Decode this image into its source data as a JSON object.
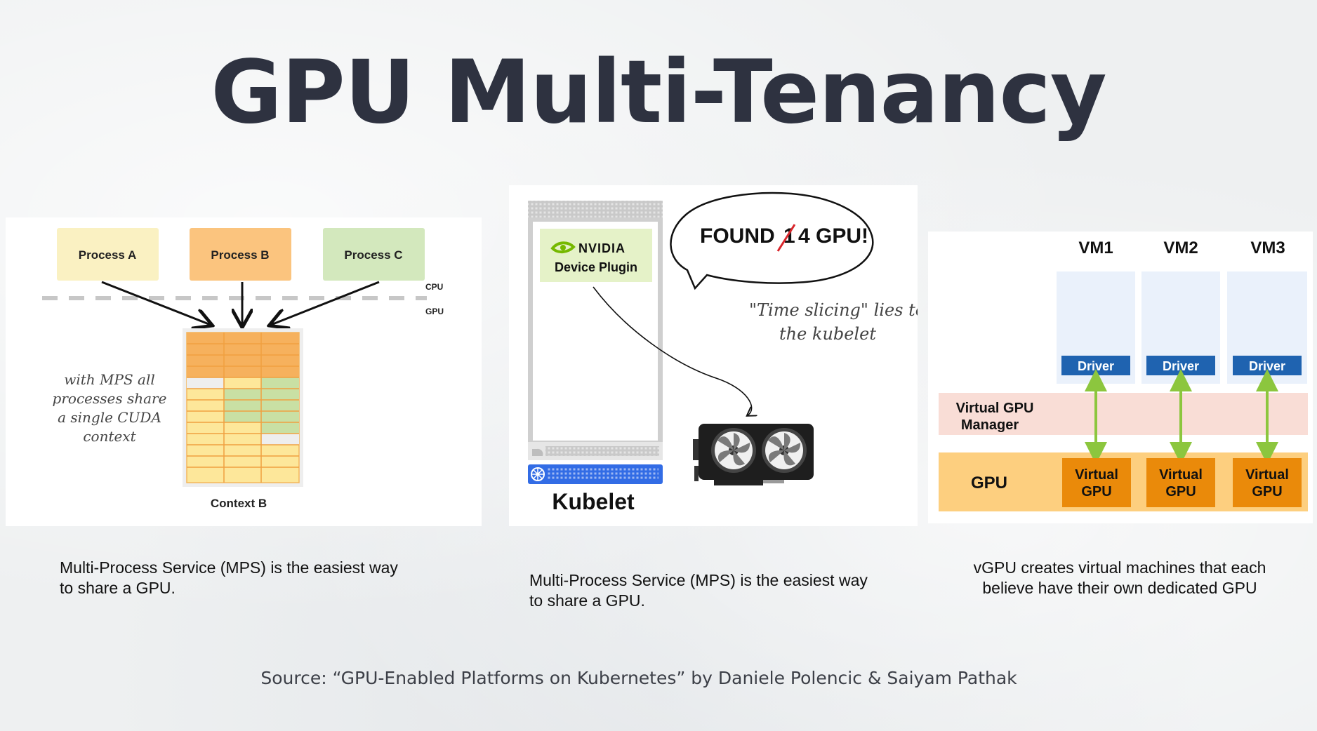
{
  "slide": {
    "title": "GPU Multi-Tenancy",
    "source": "Source: “GPU-Enabled Platforms on Kubernetes” by Daniele Polencic & Saiyam Pathak"
  },
  "mps": {
    "processes": [
      "Process A",
      "Process B",
      "Process C"
    ],
    "cpu_label": "CPU",
    "gpu_label": "GPU",
    "note": [
      "with MPS all",
      "processes share",
      "a single CUDA",
      "context"
    ],
    "context_label": "Context B",
    "caption": [
      "Multi-Process Service (MPS) is the easiest way",
      "to share a GPU."
    ]
  },
  "timeslicing": {
    "nvidia_label": "NVIDIA",
    "plugin_label": "Device Plugin",
    "bubble_found": "FOUND",
    "bubble_struck": "1",
    "bubble_rest": "4 GPU!",
    "note": [
      "\"Time slicing\" lies to",
      "the kubelet"
    ],
    "kubelet_label": "Kubelet",
    "caption": [
      "Multi-Process Service (MPS) is the easiest way",
      "to share a GPU."
    ]
  },
  "vgpu": {
    "vms": [
      {
        "name": "VM1",
        "driver": "Driver",
        "vgpu": [
          "Virtual",
          "GPU"
        ]
      },
      {
        "name": "VM2",
        "driver": "Driver",
        "vgpu": [
          "Virtual",
          "GPU"
        ]
      },
      {
        "name": "VM3",
        "driver": "Driver",
        "vgpu": [
          "Virtual",
          "GPU"
        ]
      }
    ],
    "manager_label": [
      "Virtual GPU",
      "Manager"
    ],
    "gpu_label": "GPU",
    "caption": [
      "vGPU creates virtual machines that each",
      "believe have their own dedicated GPU"
    ]
  },
  "colors": {
    "title": "#2e3240",
    "process_a": "#faf1c2",
    "process_b": "#fbc47e",
    "process_c": "#d3e8bd",
    "driver_blue": "#1f63b0",
    "vm_blue": "#eaf1fb",
    "manager_pink": "#f9ddd6",
    "gpu_band": "#fdcf7f",
    "virtual_gpu": "#ea8a0a",
    "arrow_green": "#8cc63e",
    "nvidia_green": "#76b900",
    "kubelet_blue": "#326ce5"
  }
}
